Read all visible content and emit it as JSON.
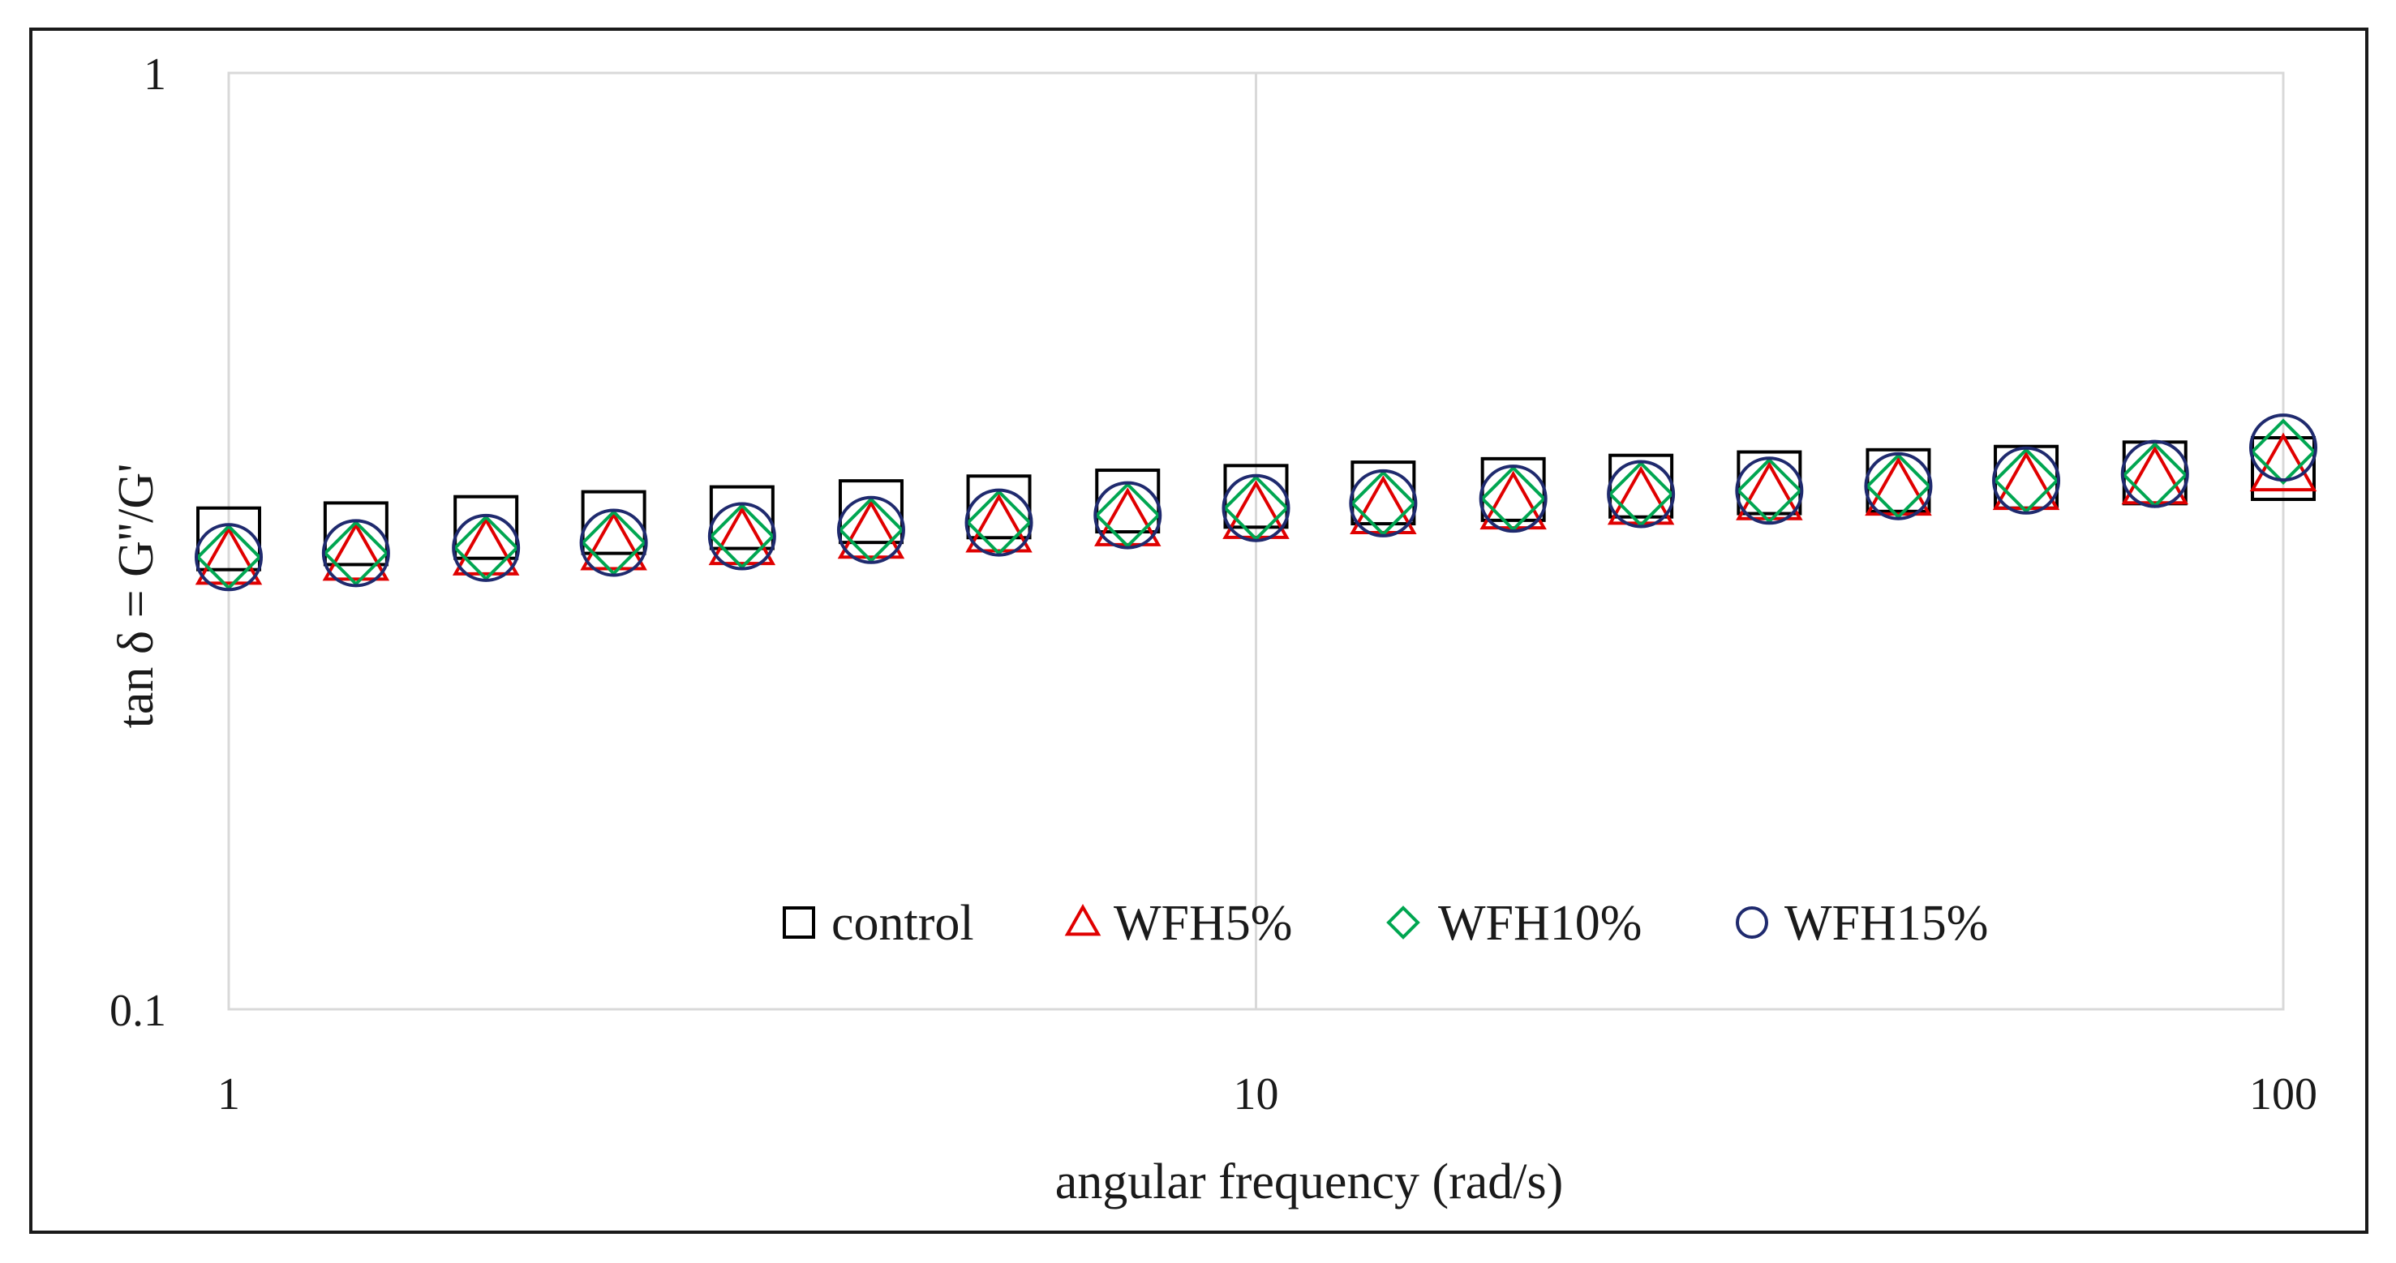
{
  "chart_data": {
    "type": "scatter",
    "title": "",
    "xlabel": "angular frequency (rad/s)",
    "ylabel": "tan δ = G''/G'",
    "x_scale": "log",
    "y_scale": "log",
    "xlim": [
      1,
      100
    ],
    "ylim": [
      0.1,
      1
    ],
    "x_ticks": [
      1,
      10,
      100
    ],
    "x_tick_labels": [
      "1",
      "10",
      "100"
    ],
    "y_ticks": [
      0.1,
      1
    ],
    "y_tick_labels": [
      "0.1",
      "1"
    ],
    "grid": "major vertical and horizontal",
    "legend_position": "bottom-center inside plot",
    "x": [
      1.0,
      1.33,
      1.78,
      2.37,
      3.16,
      4.22,
      5.62,
      7.5,
      10.0,
      13.3,
      17.8,
      23.7,
      31.6,
      42.2,
      56.2,
      75.0,
      100.0
    ],
    "series": [
      {
        "name": "control",
        "marker": "square",
        "color": "#000000",
        "values": [
          0.318,
          0.322,
          0.327,
          0.331,
          0.335,
          0.34,
          0.344,
          0.349,
          0.353,
          0.356,
          0.359,
          0.362,
          0.365,
          0.367,
          0.37,
          0.374,
          0.378
        ]
      },
      {
        "name": "WFH5%",
        "marker": "triangle",
        "color": "#e00000",
        "values": [
          0.302,
          0.305,
          0.309,
          0.313,
          0.317,
          0.322,
          0.327,
          0.332,
          0.338,
          0.342,
          0.346,
          0.35,
          0.354,
          0.358,
          0.363,
          0.368,
          0.38
        ]
      },
      {
        "name": "WFH10%",
        "marker": "diamond",
        "color": "#00a651",
        "values": [
          0.304,
          0.307,
          0.311,
          0.315,
          0.32,
          0.325,
          0.331,
          0.337,
          0.343,
          0.347,
          0.351,
          0.355,
          0.358,
          0.362,
          0.367,
          0.372,
          0.394
        ]
      },
      {
        "name": "WFH15%",
        "marker": "circle",
        "color": "#1f2a6e",
        "values": [
          0.304,
          0.307,
          0.311,
          0.315,
          0.32,
          0.325,
          0.331,
          0.337,
          0.343,
          0.347,
          0.351,
          0.355,
          0.358,
          0.362,
          0.367,
          0.373,
          0.398
        ]
      }
    ]
  }
}
